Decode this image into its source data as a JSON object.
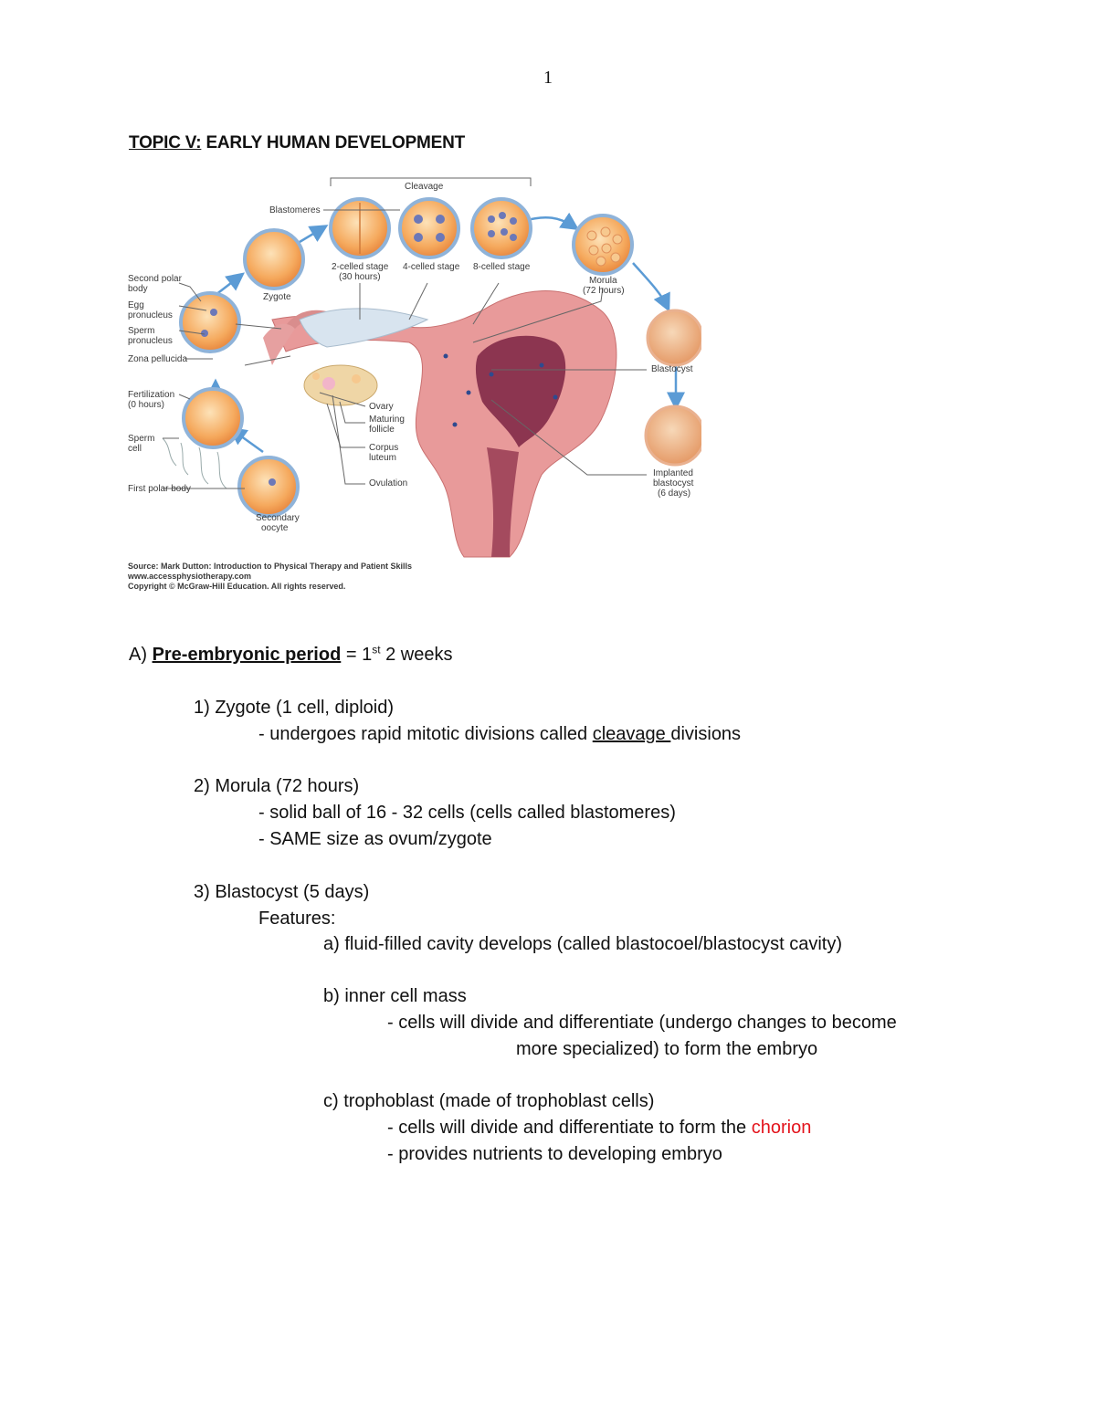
{
  "page_number": "1",
  "title": {
    "prefix": "TOPIC V:",
    "rest": " EARLY HUMAN DEVELOPMENT"
  },
  "figure": {
    "labels": {
      "cleavage": "Cleavage",
      "blastomeres": "Blastomeres",
      "two_cell_1": "2-celled stage",
      "two_cell_2": "(30 hours)",
      "four_cell": "4-celled stage",
      "eight_cell": "8-celled stage",
      "morula_1": "Morula",
      "morula_2": "(72 hours)",
      "zygote": "Zygote",
      "second_polar_1": "Second polar",
      "second_polar_2": "body",
      "egg_pro_1": "Egg",
      "egg_pro_2": "pronucleus",
      "sperm_pro_1": "Sperm",
      "sperm_pro_2": "pronucleus",
      "zona": "Zona pellucida",
      "fert_1": "Fertilization",
      "fert_2": "(0 hours)",
      "sperm_cell_1": "Sperm",
      "sperm_cell_2": "cell",
      "first_polar": "First polar body",
      "secondary_1": "Secondary",
      "secondary_2": "oocyte",
      "ovary": "Ovary",
      "maturing_1": "Maturing",
      "maturing_2": "follicle",
      "corpus_1": "Corpus",
      "corpus_2": "luteum",
      "ovulation": "Ovulation",
      "blastocyst": "Blastocyst",
      "implanted_1": "Implanted",
      "implanted_2": "blastocyst",
      "implanted_3": "(6 days)"
    },
    "source_1": "Source: Mark Dutton: Introduction to Physical Therapy and Patient Skills",
    "source_2": "www.accessphysiotherapy.com",
    "source_3": "Copyright © McGraw-Hill Education.  All rights reserved."
  },
  "content": {
    "a_prefix": "A) ",
    "a_term": "Pre-embryonic period",
    "a_eq": " = 1",
    "a_sup": "st",
    "a_rest": " 2 weeks",
    "z_head": "1) Zygote (1 cell, diploid)",
    "z_pre": "- undergoes rapid mitotic divisions called ",
    "z_term": "cleavage ",
    "z_post": "divisions",
    "m_head": "2) Morula (72 hours)",
    "m_1": "- solid ball of 16 - 32 cells (cells called blastomeres)",
    "m_2": "- SAME size as ovum/zygote",
    "b_head": "3) Blastocyst (5 days)",
    "b_features": "Features:",
    "b_a": "a) fluid-filled cavity develops (called blastocoel/blastocyst cavity)",
    "b_b": "b) inner cell mass",
    "b_b1": "- cells will divide and differentiate (undergo changes to become",
    "b_b2": "more specialized) to form the embryo",
    "b_c": "c) trophoblast (made of trophoblast cells)",
    "b_c1_pre": "- cells will divide and differentiate to form the ",
    "b_c1_term": "chorion",
    "b_c2": "- provides nutrients to developing embryo"
  },
  "colors": {
    "highlight": "#e3141c",
    "cell_fill": "#f4a860",
    "tissue": "#e89a9a"
  }
}
